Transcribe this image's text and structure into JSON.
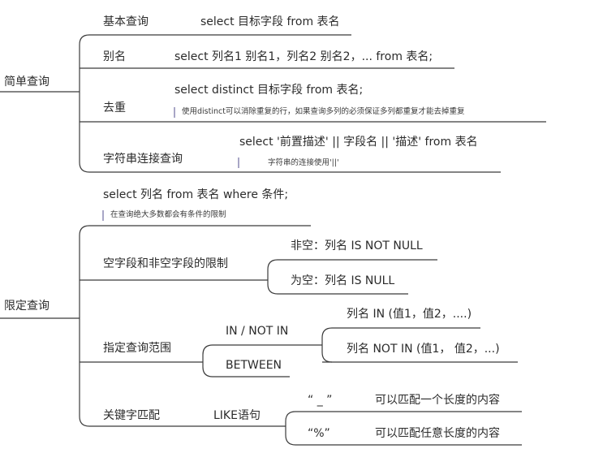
{
  "root_simple": "简单查询",
  "root_limit": "限定查询",
  "basic": {
    "label": "基本查询",
    "sql": "select 目标字段 from 表名"
  },
  "alias": {
    "label": "别名",
    "sql": "select 列名1 别名1，列名2 别名2，... from 表名;"
  },
  "distinct": {
    "label": "去重",
    "sql": "select distinct 目标字段 from 表名;",
    "note": "使用distinct可以消除重复的行，如果查询多列的必须保证多列都重复才能去掉重复"
  },
  "concat": {
    "label": "字符串连接查询",
    "sql": "select '前置描述' || 字段名 || '描述' from 表名",
    "note": "字符串的连接使用'||'"
  },
  "where": {
    "sql": "select 列名 from 表名 where 条件;",
    "note": "在查询绝大多数都会有条件的限制"
  },
  "null_limit": {
    "label": "空字段和非空字段的限制",
    "not_null": "非空：列名 IS NOT NULL",
    "is_null": "为空：列名 IS NULL"
  },
  "range": {
    "label": "指定查询范围",
    "in_notin": "IN  /  NOT IN",
    "in": "列名 IN (值1，值2，....)",
    "not_in": "列名 NOT IN (值1，  值2，...)",
    "between": "BETWEEN"
  },
  "keyword": {
    "label": "关键字匹配",
    "like": "LIKE语句",
    "underscore": "“ _ ”",
    "underscore_desc": "可以匹配一个长度的内容",
    "percent": "“%”",
    "percent_desc": "可以匹配任意长度的内容"
  },
  "colors": {
    "line": "#3b3b3b",
    "note_bar": "#a8a6c6"
  }
}
